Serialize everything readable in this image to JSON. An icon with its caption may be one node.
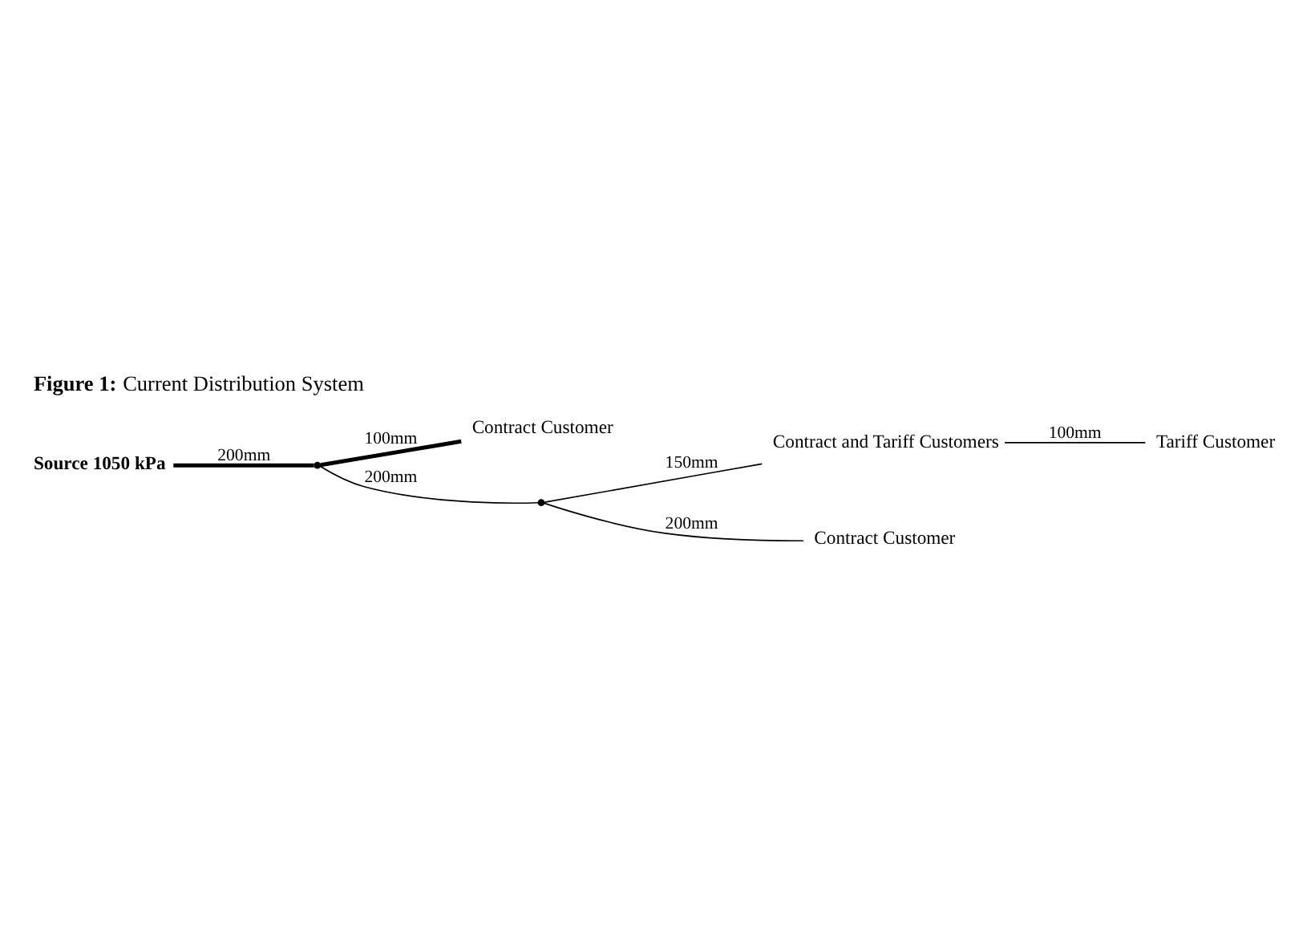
{
  "diagram": {
    "title": "**Figure 1:** Current Distribution System",
    "nodes": [
      {
        "text": [
          "Source 1050 kPa"
        ]
      },
      {
        "text": [],
        "shape": "point"
      },
      {
        "text": [
          "Contract Customer"
        ]
      },
      {
        "text": [],
        "shape": "point"
      },
      {
        "text": [
          "Contract and Tariff Customers"
        ]
      },
      {
        "text": [
          "Tariff Customer"
        ]
      },
      {
        "text": [
          "Contract Customer"
        ]
      }
    ],
    "edges": [
      {
        "from": 0,
        "to": 1,
        "arrow": "none",
        "label": "200mm",
        "style": "thick"
      },
      {
        "from": 1,
        "to": 2,
        "arrow": "none",
        "label": "100mm",
        "style": "thick"
      },
      {
        "from": 1,
        "to": 3,
        "arrow": "none",
        "label": "200mm"
      },
      {
        "from": 3,
        "to": 4,
        "arrow": "none",
        "label": "150mm"
      },
      {
        "from": 4,
        "to": 5,
        "arrow": "none",
        "label": "100mm"
      },
      {
        "from": 3,
        "to": 6,
        "arrow": "none",
        "label": "200mm"
      }
    ]
  }
}
